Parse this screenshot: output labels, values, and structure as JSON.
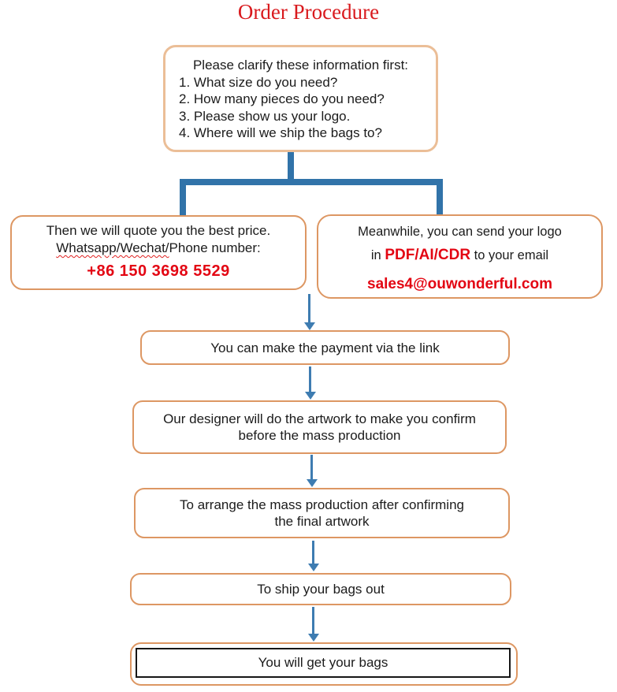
{
  "title": "Order Procedure",
  "clarify_box": {
    "heading": "Please clarify these information first:",
    "items": [
      "1. What size do you need?",
      "2. How many pieces do you need?",
      "3. Please show us your logo.",
      "4. Where will we ship the bags to?"
    ]
  },
  "quote_box": {
    "line1": "Then we will quote you the best price.",
    "line2_underlined": "Whatsapp/Wechat/",
    "line2_rest": "Phone number:",
    "phone": "+86 150 3698 5529"
  },
  "logo_box": {
    "line1": "Meanwhile, you can send your logo",
    "line2_prefix": "in ",
    "line2_formats": "PDF/AI/CDR",
    "line2_suffix": " to your email",
    "email": "sales4@ouwonderful.com"
  },
  "steps": {
    "payment": "You can make the payment via the link",
    "artwork_line1": "Our designer will do the artwork to make you confirm",
    "artwork_line2": "before the mass production",
    "production_line1": "To arrange the mass production after confirming",
    "production_line2": "the final artwork",
    "ship": "To ship your bags out",
    "receive": "You will get your bags"
  },
  "colors": {
    "accent_red": "#e30613",
    "title_red": "#d91a1e",
    "connector_blue": "#3173a9",
    "arrow_blue": "#3e7cb1",
    "box_border_orange": "#dd9763",
    "clarify_border_peach": "#ebbe97",
    "inner_box_black": "#161616"
  }
}
